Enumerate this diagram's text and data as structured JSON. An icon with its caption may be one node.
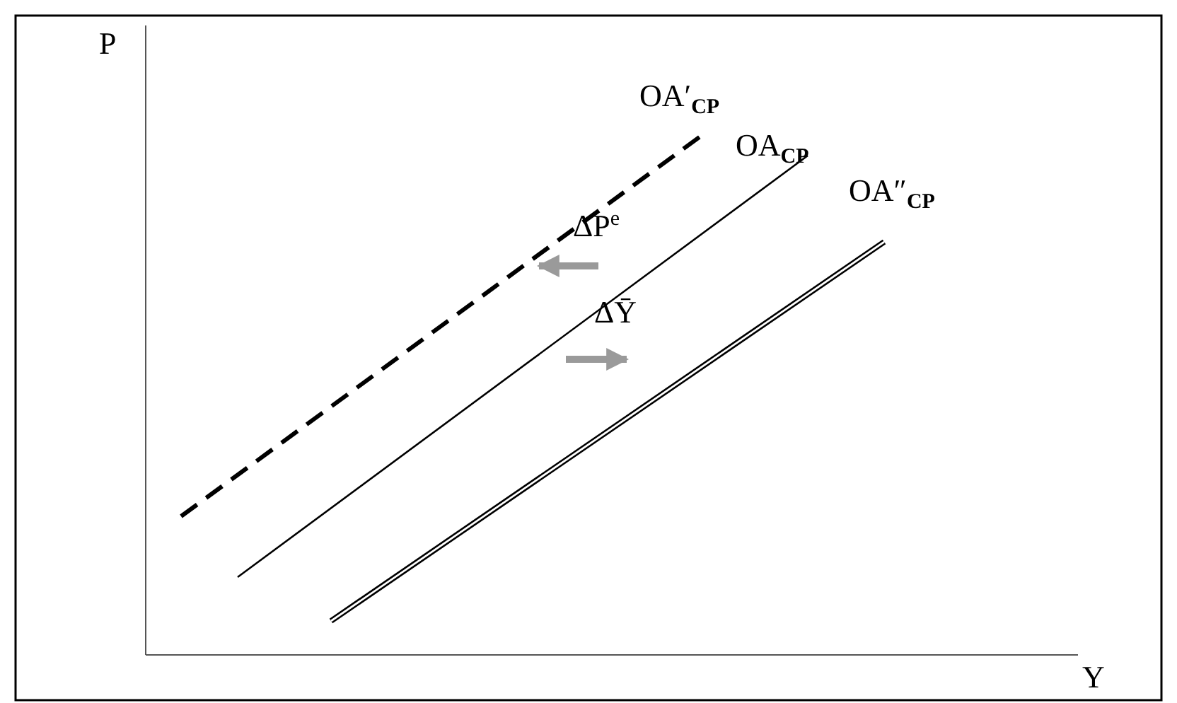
{
  "diagram": {
    "labels": [
      "P",
      "OA′$_{CP}$",
      "OA$_{CP}$",
      "OA″$_{CP}$",
      "ΔP$^{e}$",
      "ΔȲ",
      "Y"
    ]
  }
}
